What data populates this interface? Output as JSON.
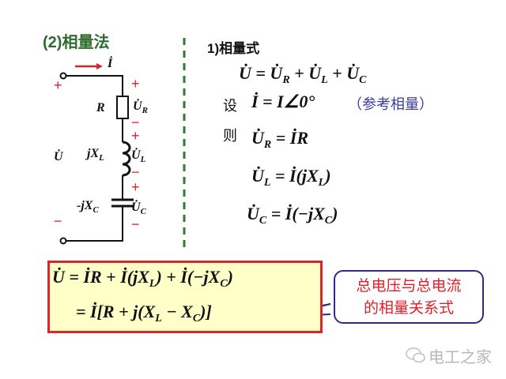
{
  "title": "(2)相量法",
  "section": "1)相量式",
  "circuit": {
    "current": "İ",
    "source": "U̇",
    "r_label": "R",
    "l_label": {
      "t": "jX",
      "s": "L"
    },
    "c_label": {
      "t": "-jX",
      "s": "C"
    },
    "ur": {
      "t": "U̇",
      "s": "R"
    },
    "ul": {
      "t": "U̇",
      "s": "L"
    },
    "uc": {
      "t": "U̇",
      "s": "C"
    },
    "plus": "+",
    "minus": "−"
  },
  "equations": {
    "kvl": [
      {
        "t": "U̇ = U̇"
      },
      {
        "s": "R"
      },
      {
        "t": " + U̇"
      },
      {
        "s": "L"
      },
      {
        "t": " + U̇"
      },
      {
        "s": "C"
      }
    ],
    "let_word": "设",
    "then_word": "则",
    "ref": [
      {
        "t": "İ = I∠0°"
      }
    ],
    "ref_note": "（参考相量）",
    "ur": [
      {
        "t": "U̇"
      },
      {
        "s": "R"
      },
      {
        "t": " = İR"
      }
    ],
    "ul": [
      {
        "t": "U̇"
      },
      {
        "s": "L"
      },
      {
        "t": " = İ(jX"
      },
      {
        "s": "L"
      },
      {
        "t": ")"
      }
    ],
    "uc": [
      {
        "t": "U̇"
      },
      {
        "s": "C"
      },
      {
        "t": " = İ(−jX"
      },
      {
        "s": "C"
      },
      {
        "t": ")"
      }
    ],
    "box_line1": [
      {
        "t": "U̇ = İR + İ(jX"
      },
      {
        "s": "L"
      },
      {
        "t": ") + İ(−jX"
      },
      {
        "s": "C"
      },
      {
        "t": ")"
      }
    ],
    "box_line2": [
      {
        "t": "= İ[R + j(X"
      },
      {
        "s": "L"
      },
      {
        "t": " − X"
      },
      {
        "s": "C"
      },
      {
        "t": ")]"
      }
    ]
  },
  "callout": {
    "line1": "总电压与总电流",
    "line2": "的相量关系式"
  },
  "watermark": "电工之家",
  "colors": {
    "title": "#2e6b2e",
    "accent": "#e0202a",
    "box_fill": "#ffffc8",
    "callout_border": "#2c2c80"
  }
}
